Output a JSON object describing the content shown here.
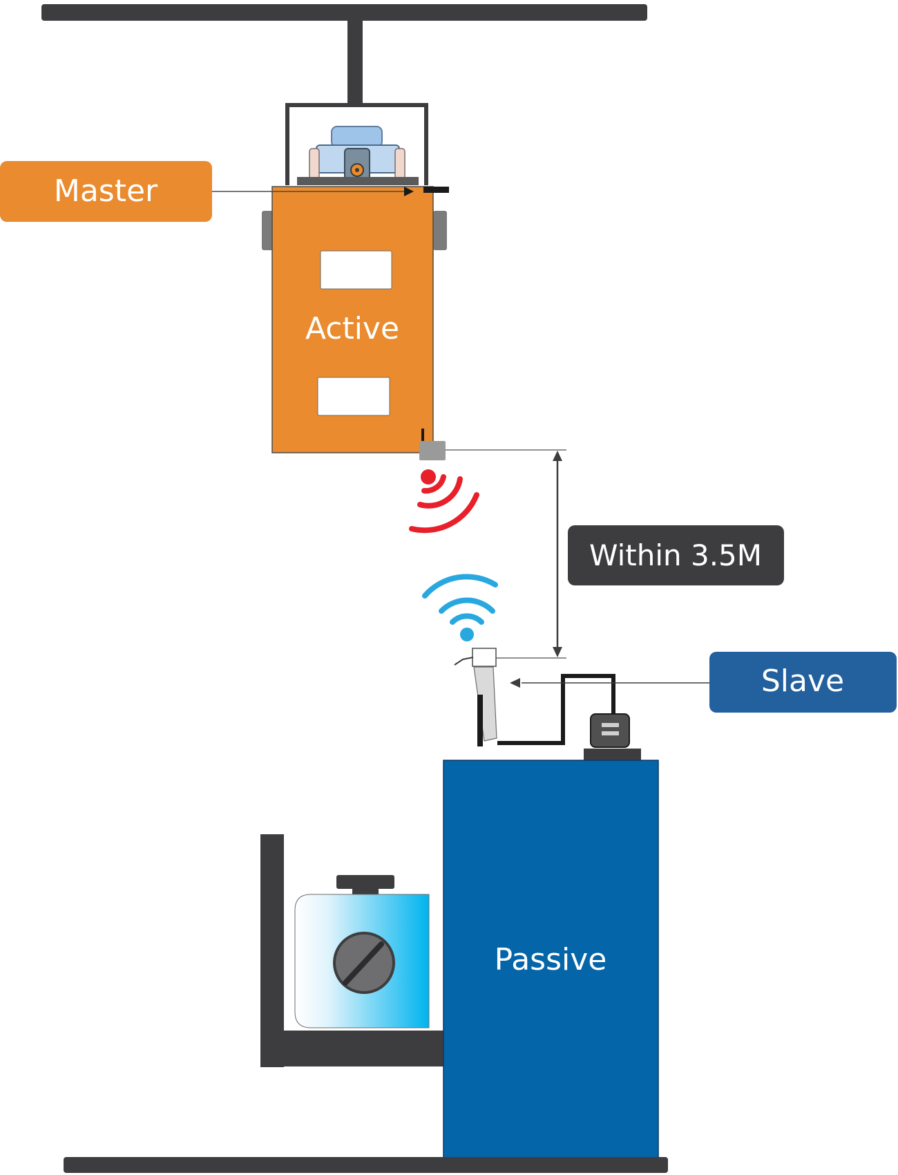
{
  "labels": {
    "master": "Master",
    "active": "Active",
    "distance": "Within 3.5M",
    "slave": "Slave",
    "passive": "Passive"
  },
  "colors": {
    "orange": "#E98B2E",
    "blue": "#0465A8",
    "slave_tag": "#23609E",
    "dark": "#3D3D40",
    "signal_red": "#E8202A",
    "signal_blue": "#29A8E0",
    "tank_cyan": "#00B4EE"
  },
  "icons": {
    "master_signal": "radio-wave-icon",
    "slave_signal": "wifi-icon"
  }
}
